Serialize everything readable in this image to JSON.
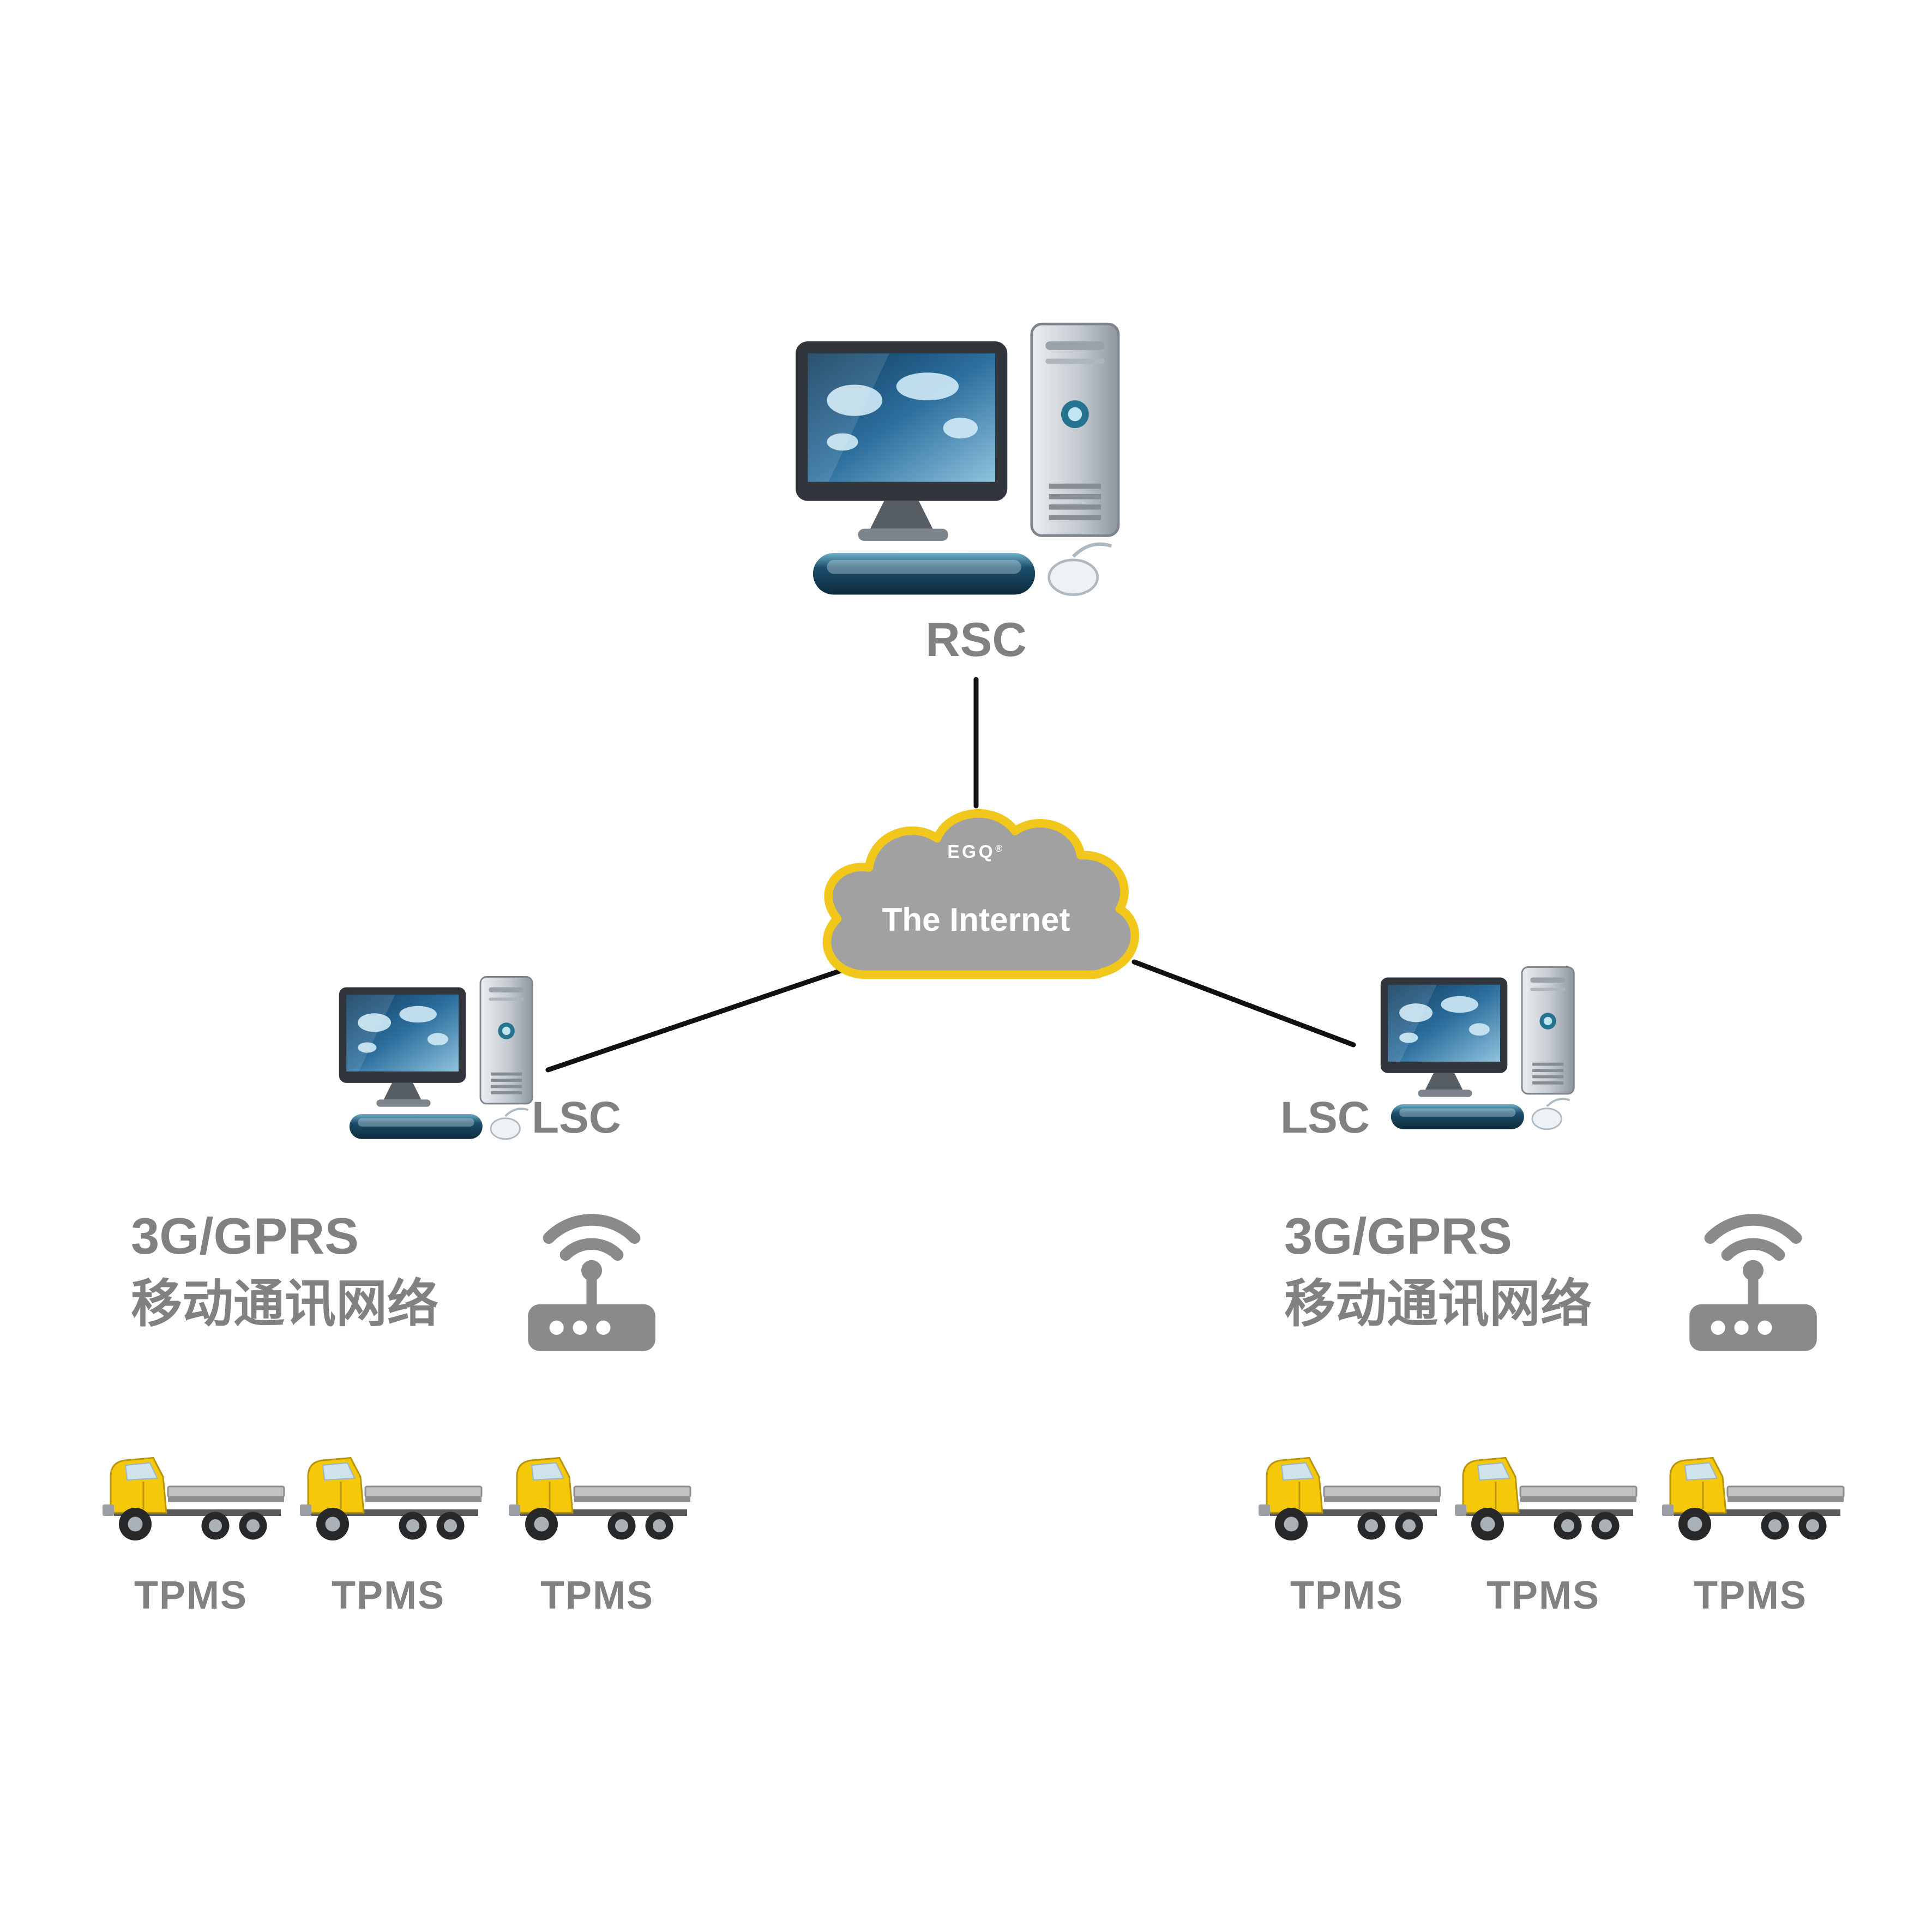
{
  "nodes": {
    "rsc": {
      "label": "RSC"
    },
    "lsc_left": {
      "label": "LSC"
    },
    "lsc_right": {
      "label": "LSC"
    }
  },
  "cloud": {
    "brand": "EGQ",
    "reg": "®",
    "title": "The Internet"
  },
  "network_left": {
    "line1": "3G/GPRS",
    "line2": "移动通讯网络"
  },
  "network_right": {
    "line1": "3G/GPRS",
    "line2": "移动通讯网络"
  },
  "trucks_left": [
    {
      "label": "TPMS"
    },
    {
      "label": "TPMS"
    },
    {
      "label": "TPMS"
    }
  ],
  "trucks_right": [
    {
      "label": "TPMS"
    },
    {
      "label": "TPMS"
    },
    {
      "label": "TPMS"
    }
  ],
  "colors": {
    "label_gray": "#818181",
    "cloud_fill": "#a1a1a1",
    "cloud_border": "#f2c71b",
    "truck_yellow": "#f6c80a",
    "line_black": "#111111",
    "router_gray": "#8a8a8a"
  }
}
